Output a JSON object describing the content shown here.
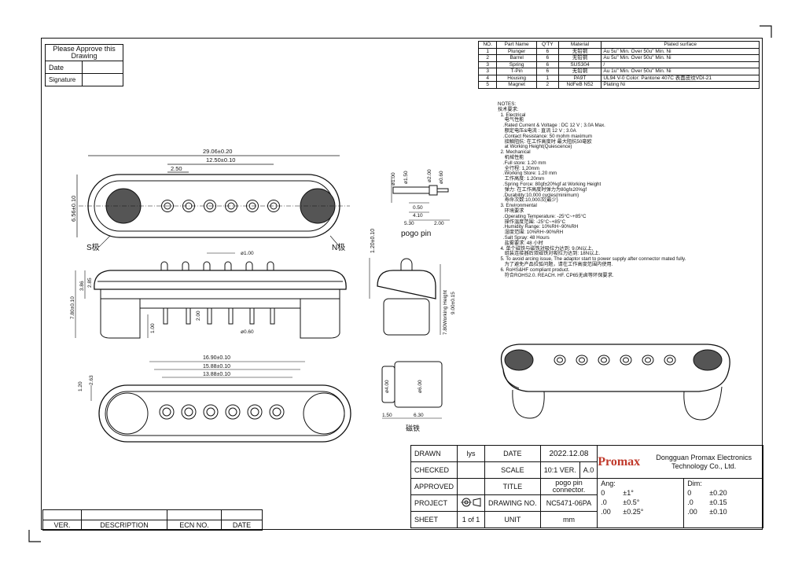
{
  "approval": {
    "heading": "Please Approve this Drawing",
    "date_label": "Date",
    "signature_label": "Signature"
  },
  "parts_table": {
    "headers": [
      "NO.",
      "Part Name",
      "Q'TY",
      "Material",
      "Plated surface"
    ],
    "rows": [
      [
        "1",
        "Plunger",
        "6",
        "无铅铜",
        "Au 5u\" Min. Over 50u\" Min. Ni"
      ],
      [
        "2",
        "Barrel",
        "6",
        "无铅铜",
        "Au 5u\" Min. Over 50u\" Min. Ni"
      ],
      [
        "3",
        "Spring",
        "6",
        "SUS304",
        "/"
      ],
      [
        "3",
        "T-Pin",
        "6",
        "无铅铜",
        "Au 1u\" Min. Over 50u\" Min. Ni"
      ],
      [
        "4",
        "Housing",
        "1",
        "PA9T",
        "UL94 V-0 Color: Pantone 407C 表面皮纹VDI-21"
      ],
      [
        "5",
        "Magnet",
        "2",
        "NdFeB N52",
        "Plating Ni"
      ]
    ]
  },
  "notes": {
    "lines": [
      "NOTES:",
      "技术要求:",
      "  1. Electrical",
      "     电气性能",
      "    .Rated Current & Voltage : DC 12 V ; 3.0A Max.",
      "     额定电压&电流 : 直流 12 V ; 3.0A",
      "    .Contact Resistance: 50 mohm maximum",
      "     接触阻抗: 在工作高度时 最大阻抗50毫欧",
      "     at Working Height(Quiescence)",
      "  2. Mechanical",
      "     机械性能",
      "    .Full store: 1.20 mm",
      "     全行程: 1.20mm",
      "    .Working Store: 1.20 mm",
      "     工作高度: 1.20mm",
      "    .Spring Force: 80gf±20%gf at Working Height",
      "     弹力: 在工作高度时弹力为80gf±20%gf",
      "    .Durability:10,000 cycles(minimum)",
      "     寿命次数:10,000次(最少)",
      "  3. Environmental",
      "     环境要求",
      "    .Operating Temperature: -25°C~+85°C",
      "     操作温度范围: -25°C~+85°C",
      "    .Humidity Range: 10%RH~90%RH",
      "     湿度范围: 10%RH~90%RH",
      "    .Salt Spray: 48 Hours",
      "     盐雾要求: 48 小时",
      "  4. 单个磁铁与磁铁对吸拉力达到: 9.0N以上,",
      "     组装连接器后双磁铁对吸拉力达到: 18N以上.",
      "  5. To avoid arcing issue, The adaptor start to power supply after connector mated fully.",
      "     为了避免产品拉弧问题，请在工作高度范围内使用.",
      "  6. RoHS&HF compliant product.",
      "     符合ROHS2.0. REACH. HF. CP65无卤等环保要求."
    ]
  },
  "dimensions": {
    "top_overall": "29.06±0.20",
    "top_pin_span": "12.50±0.10",
    "top_pitch": "2.50",
    "top_height": "6.56±0.10",
    "s_pole": "S极",
    "n_pole": "N极",
    "pin_d100": "ø1.00",
    "pin_d150": "ø1.50",
    "pin_d200": "ø2.00",
    "pin_d060": "ø0.60",
    "pin_050": "0.50",
    "pin_410": "4.10",
    "pin_530": "5.30",
    "pin_200": "2.00",
    "pogo_label": "pogo pin",
    "stroke_120": "1.20±0.10",
    "side_pin_d": "ø1.00",
    "side_780": "7.80±0.10",
    "side_386": "3.86",
    "side_285": "2.85",
    "side_100": "1.00",
    "side_200": "2.00",
    "side_060": "ø0.60",
    "end_wh": "7.80Working Height",
    "end_900": "9.00±0.15",
    "bot_1690": "16.90±0.10",
    "bot_1588": "15.88±0.10",
    "bot_1388": "13.88±0.10",
    "bot_120": "1.20",
    "bot_263": "2.63",
    "mag_400": "ø4.00",
    "mag_600": "ø6.00",
    "mag_150": "1.50",
    "mag_630": "6.30",
    "mag_label": "磁铁"
  },
  "title_block": {
    "drawn_label": "DRAWN",
    "drawn_value": "lys",
    "date_label": "DATE",
    "date_value": "2022.12.08",
    "checked_label": "CHECKED",
    "scale_label": "SCALE",
    "scale_value": "10:1",
    "ver_label": "VER.",
    "ver_value": "A.0",
    "approved_label": "APPROVED",
    "title_label": "TITLE",
    "title_value": "pogo pin connector.",
    "project_label": "PROJECT",
    "drawing_no_label": "DRAWING NO.",
    "drawing_no_value": "NC5471-06PA",
    "sheet_label": "SHEET",
    "sheet_value": "1",
    "sheet_of": "of",
    "sheet_total": "1",
    "unit_label": "UNIT",
    "unit_value": "mm",
    "logo": "Promax",
    "company": "Dongguan Promax Electronics Technology Co., Ltd.",
    "ang_label": "Ang:",
    "dim_label": "Dim:",
    "ang_rows": [
      [
        "0",
        "±1°"
      ],
      [
        ".0",
        "±0.5°"
      ],
      [
        ".00",
        "±0.25°"
      ]
    ],
    "dim_rows": [
      [
        "0",
        "±0.20"
      ],
      [
        ".0",
        "±0.15"
      ],
      [
        ".00",
        "±0.10"
      ]
    ]
  },
  "revision": {
    "headers": [
      "VER.",
      "DESCRIPTION",
      "ECN NO.",
      "DATE"
    ]
  }
}
